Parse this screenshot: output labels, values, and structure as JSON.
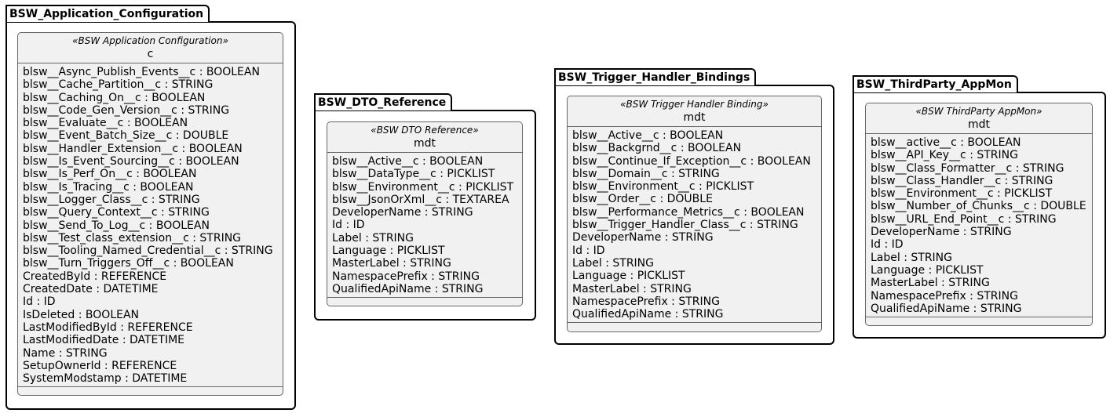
{
  "packages": [
    {
      "name": "BSW_Application_Configuration",
      "class": {
        "stereotype": "«BSW Application Configuration»",
        "name": "c",
        "attributes": [
          "blsw__Async_Publish_Events__c : BOOLEAN",
          "blsw__Cache_Partition__c : STRING",
          "blsw__Caching_On__c : BOOLEAN",
          "blsw__Code_Gen_Version__c : STRING",
          "blsw__Evaluate__c : BOOLEAN",
          "blsw__Event_Batch_Size__c : DOUBLE",
          "blsw__Handler_Extension__c : BOOLEAN",
          "blsw__Is_Event_Sourcing__c : BOOLEAN",
          "blsw__Is_Perf_On__c : BOOLEAN",
          "blsw__Is_Tracing__c : BOOLEAN",
          "blsw__Logger_Class__c : STRING",
          "blsw__Query_Context__c : STRING",
          "blsw__Send_To_Log__c : BOOLEAN",
          "blsw__Test_class_extension__c : STRING",
          "blsw__Tooling_Named_Credential__c : STRING",
          "blsw__Turn_Triggers_Off__c : BOOLEAN",
          "CreatedById : REFERENCE",
          "CreatedDate : DATETIME",
          "Id : ID",
          "IsDeleted : BOOLEAN",
          "LastModifiedById : REFERENCE",
          "LastModifiedDate : DATETIME",
          "Name : STRING",
          "SetupOwnerId : REFERENCE",
          "SystemModstamp : DATETIME"
        ]
      }
    },
    {
      "name": "BSW_DTO_Reference",
      "class": {
        "stereotype": "«BSW DTO Reference»",
        "name": "mdt",
        "attributes": [
          "blsw__Active__c : BOOLEAN",
          "blsw__DataType__c : PICKLIST",
          "blsw__Environment__c : PICKLIST",
          "blsw__JsonOrXml__c : TEXTAREA",
          "DeveloperName : STRING",
          "Id : ID",
          "Label : STRING",
          "Language : PICKLIST",
          "MasterLabel : STRING",
          "NamespacePrefix : STRING",
          "QualifiedApiName : STRING"
        ]
      }
    },
    {
      "name": "BSW_Trigger_Handler_Bindings",
      "class": {
        "stereotype": "«BSW Trigger Handler Binding»",
        "name": "mdt",
        "attributes": [
          "blsw__Active__c : BOOLEAN",
          "blsw__Backgrnd__c : BOOLEAN",
          "blsw__Continue_If_Exception__c : BOOLEAN",
          "blsw__Domain__c : STRING",
          "blsw__Environment__c : PICKLIST",
          "blsw__Order__c : DOUBLE",
          "blsw__Performance_Metrics__c : BOOLEAN",
          "blsw__Trigger_Handler_Class__c : STRING",
          "DeveloperName : STRING",
          "Id : ID",
          "Label : STRING",
          "Language : PICKLIST",
          "MasterLabel : STRING",
          "NamespacePrefix : STRING",
          "QualifiedApiName : STRING"
        ]
      }
    },
    {
      "name": "BSW_ThirdParty_AppMon",
      "class": {
        "stereotype": "«BSW ThirdParty AppMon»",
        "name": "mdt",
        "attributes": [
          "blsw__active__c : BOOLEAN",
          "blsw__API_Key__c : STRING",
          "blsw__Class_Formatter__c : STRING",
          "blsw__Class_Handler__c : STRING",
          "blsw__Environment__c : PICKLIST",
          "blsw__Number_of_Chunks__c : DOUBLE",
          "blsw__URL_End_Point__c : STRING",
          "DeveloperName : STRING",
          "Id : ID",
          "Label : STRING",
          "Language : PICKLIST",
          "MasterLabel : STRING",
          "NamespacePrefix : STRING",
          "QualifiedApiName : STRING"
        ]
      }
    }
  ]
}
